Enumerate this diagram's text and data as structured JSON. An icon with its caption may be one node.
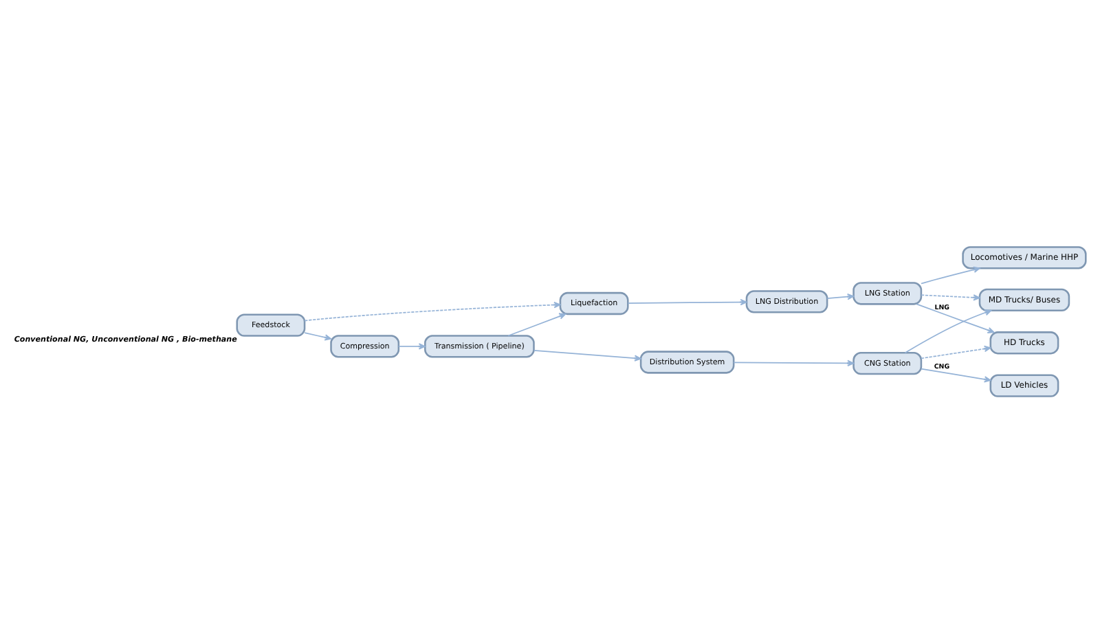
{
  "diagram": {
    "nodes": [
      {
        "text": [
          "Distribution System"
        ]
      },
      {
        "text": [
          "CNG Station"
        ]
      },
      {
        "text": [
          "LD Vehicles"
        ]
      },
      {
        "text": [
          "MD Trucks/ Buses"
        ]
      },
      {
        "text": [
          "Compression"
        ]
      },
      {
        "text": [
          "Transmission ( Pipeline)"
        ]
      },
      {
        "text": [
          "HD Trucks"
        ]
      },
      {
        "text": [
          "Feedstock"
        ],
        "beside": [
          "Conventional NG, Unconventional NG , Bio-methane"
        ]
      },
      {
        "text": [
          "Liquefaction"
        ]
      },
      {
        "text": [
          "LNG Distribution"
        ]
      },
      {
        "text": [
          "LNG Station"
        ]
      },
      {
        "text": [
          "Locomotives / Marine HHP"
        ]
      }
    ],
    "edges": [
      {
        "from": 7,
        "to": 4,
        "arrow": "to"
      },
      {
        "from": 4,
        "to": 5,
        "arrow": "to"
      },
      {
        "from": 5,
        "to": 0,
        "arrow": "to"
      },
      {
        "from": 5,
        "to": 8,
        "arrow": "to"
      },
      {
        "from": 7,
        "to": 8,
        "arrow": "to",
        "style": "dashed"
      },
      {
        "from": 0,
        "to": 1,
        "arrow": "to"
      },
      {
        "from": 8,
        "to": 9,
        "arrow": "to"
      },
      {
        "from": 9,
        "to": 10,
        "arrow": "to"
      },
      {
        "from": 1,
        "to": 2,
        "arrow": "to",
        "label": "CNG"
      },
      {
        "from": 1,
        "to": 3,
        "arrow": "to"
      },
      {
        "from": 1,
        "to": 6,
        "arrow": "to",
        "style": "dashed"
      },
      {
        "from": 10,
        "to": 3,
        "arrow": "to",
        "style": "dashed"
      },
      {
        "from": 10,
        "to": 6,
        "arrow": "to",
        "label": "LNG"
      },
      {
        "from": 10,
        "to": 11,
        "arrow": "to"
      }
    ]
  }
}
